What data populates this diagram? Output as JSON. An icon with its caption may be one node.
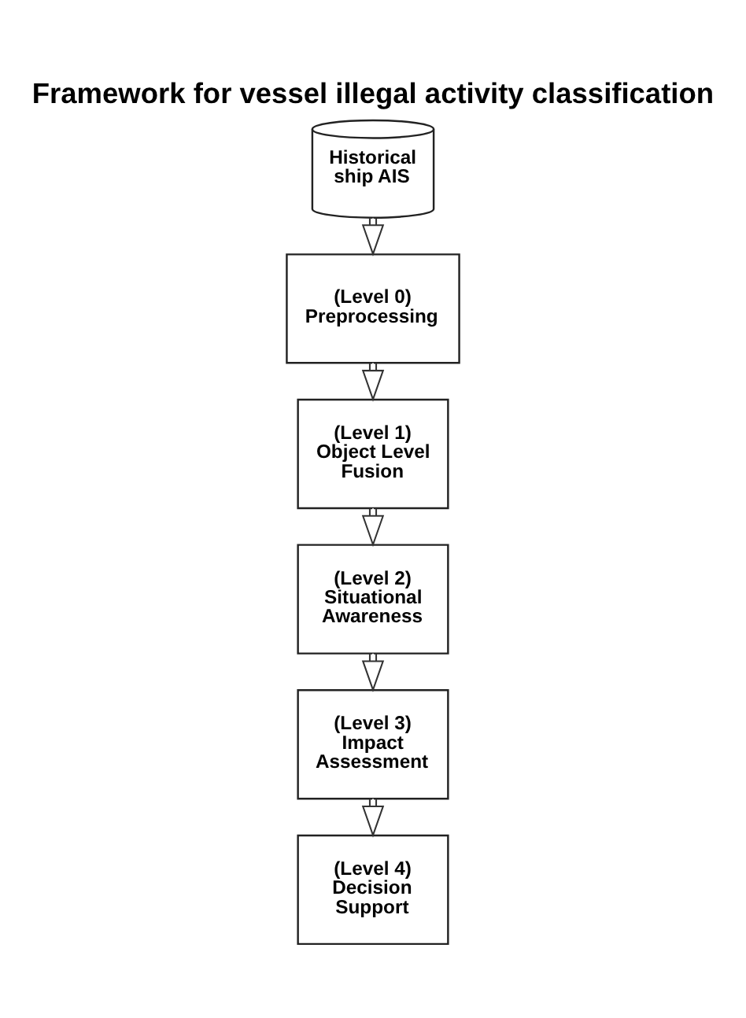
{
  "diagram": {
    "title": "Framework for vessel illegal activity classification",
    "nodes": [
      {
        "text": [
          "Historical ship AIS"
        ]
      },
      {
        "text": [
          "(Level 0) Preprocessing"
        ]
      },
      {
        "text": [
          "(Level 1) Object Level Fusion"
        ]
      },
      {
        "text": [
          "(Level 2) Situational Awareness"
        ]
      },
      {
        "text": [
          "(Level 3) Impact Assessment"
        ]
      },
      {
        "text": [
          "(Level 4) Decision Support"
        ]
      }
    ],
    "edges": [
      {
        "from": 0,
        "to": 1,
        "arrow": "to"
      },
      {
        "from": 1,
        "to": 2,
        "arrow": "to"
      },
      {
        "from": 2,
        "to": 3,
        "arrow": "to"
      },
      {
        "from": 3,
        "to": 4,
        "arrow": "to"
      },
      {
        "from": 4,
        "to": 5,
        "arrow": "to"
      }
    ]
  }
}
